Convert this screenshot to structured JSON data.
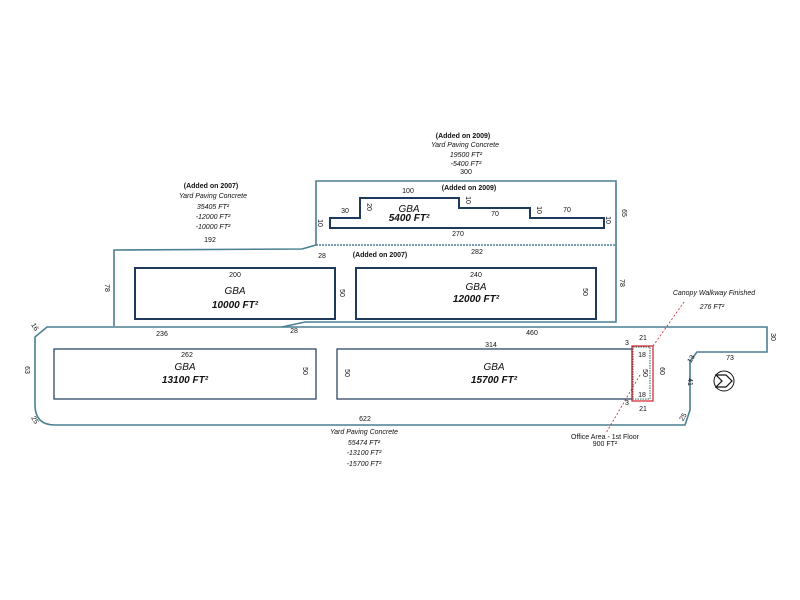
{
  "top_yard": {
    "added": "(Added on 2009)",
    "type": "Yard Paving Concrete",
    "area1": "19500 FT²",
    "area2": "-5400 FT²",
    "dim_top": "300",
    "dim_right": "65"
  },
  "top_bldg": {
    "added": "(Added on 2009)",
    "label": "GBA",
    "area": "5400 FT²",
    "dims": [
      "100",
      "30",
      "20",
      "10",
      "70",
      "10",
      "70",
      "10",
      "270",
      "10"
    ]
  },
  "mid_yard": {
    "added": "(Added on 2007)",
    "type": "Yard Paving Concrete",
    "area1": "35405 FT²",
    "area2": "-12000 FT²",
    "area3": "-10000 FT²",
    "dim_top": "192",
    "dim_left": "78",
    "dim_28a": "28",
    "dim_282": "282",
    "dim_236": "236",
    "dim_28b": "28",
    "dim_right": "78"
  },
  "mid_bldg_added": "(Added on 2007)",
  "bldg_10000": {
    "label": "GBA",
    "area": "10000 FT²",
    "dim_top": "200",
    "dim_right": "50"
  },
  "bldg_12000": {
    "label": "GBA",
    "area": "12000 FT²",
    "dim_top": "240",
    "dim_right": "50"
  },
  "bldg_13100": {
    "label": "GBA",
    "area": "13100 FT²",
    "dim_top": "262",
    "dim_right": "50"
  },
  "bldg_15700": {
    "label": "GBA",
    "area": "15700 FT²",
    "dim_top": "314",
    "dim_left": "50"
  },
  "low_yard": {
    "type": "Yard Paving Concrete",
    "area1": "55474 FT²",
    "area2": "-13100 FT²",
    "area3": "-15700 FT²",
    "dim_bottom": "622",
    "dim_top": "460",
    "dim_left": "63",
    "dim_tl": "16",
    "dim_bl": "25",
    "dim_right": "30",
    "dim_73": "73",
    "dim_13": "13",
    "dim_41": "41",
    "dim_br": "25",
    "dim_60": "60"
  },
  "office": {
    "label": "Office Area - 1st Floor",
    "area": "900 FT²",
    "dims": [
      "3",
      "21",
      "18",
      "50",
      "18",
      "21",
      "3"
    ]
  },
  "canopy": {
    "label": "Canopy Walkway Finished",
    "area": "276 FT²"
  },
  "colors": {
    "yard": "#4a7f92",
    "building": "#1d3a5c",
    "office": "#d0202a"
  }
}
